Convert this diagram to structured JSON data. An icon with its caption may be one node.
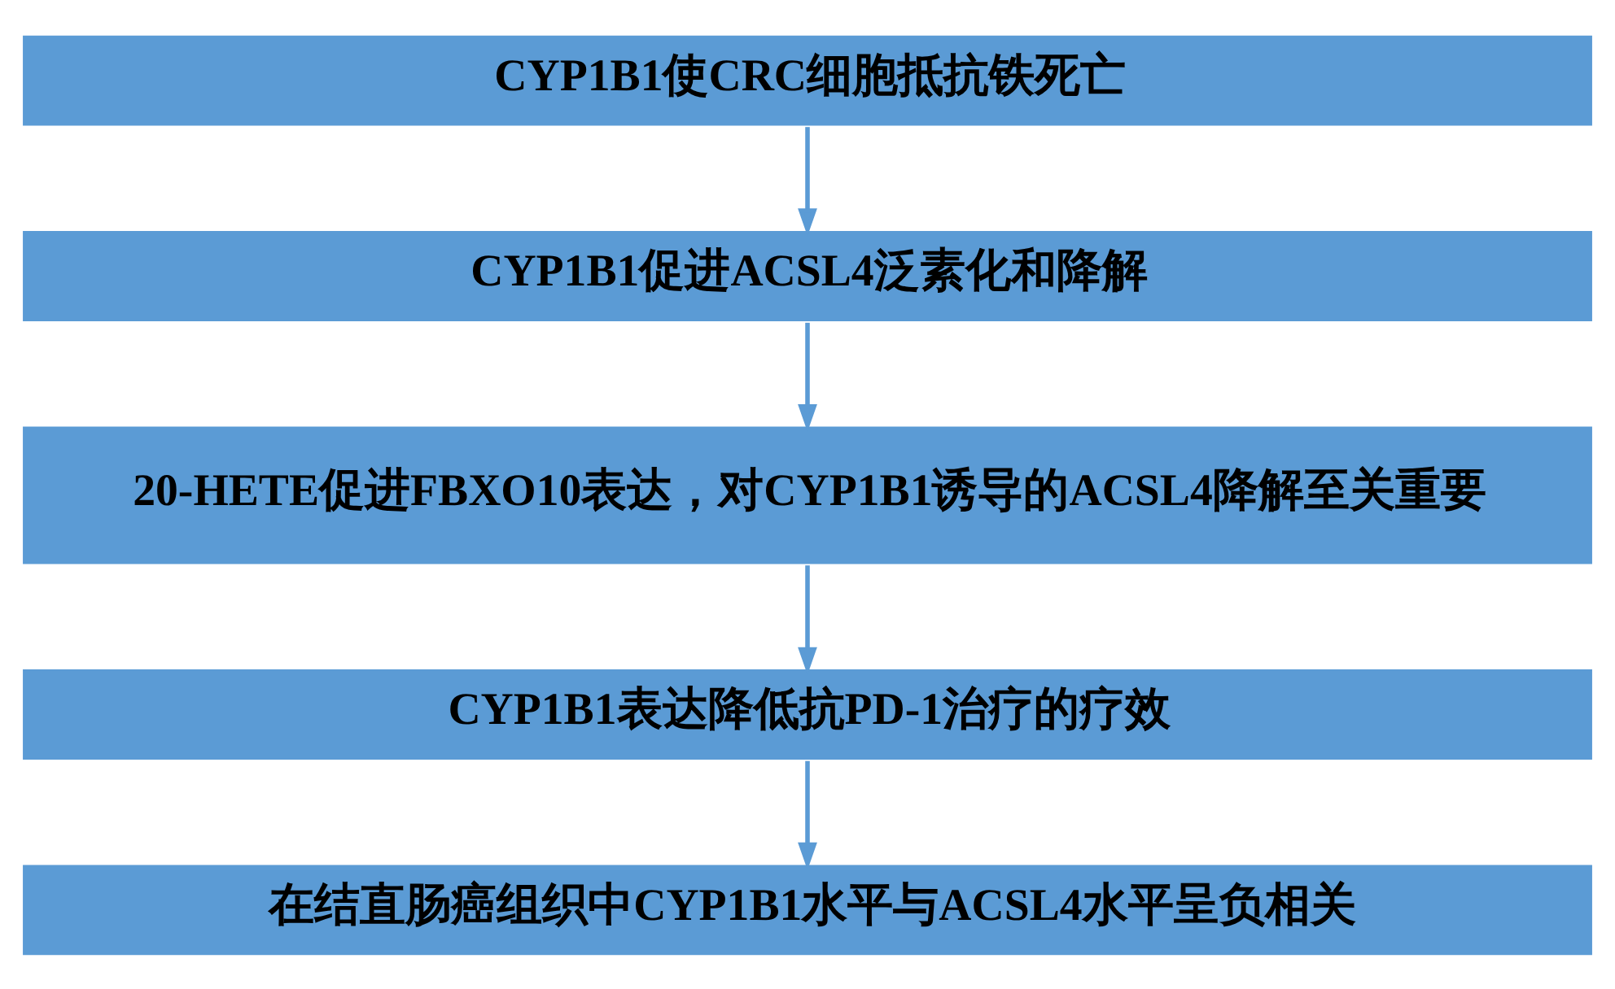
{
  "diagram": {
    "nodes": [
      {
        "text": [
          "CYP1B1使CRC细胞抵抗铁死亡"
        ]
      },
      {
        "text": [
          "CYP1B1促进ACSL4泛素化和降解"
        ]
      },
      {
        "text": [
          "20-HETE促进FBXO10表达，对CYP1B1诱导的ACSL4降解至关重要"
        ]
      },
      {
        "text": [
          "CYP1B1表达降低抗PD-1治疗的疗效"
        ]
      },
      {
        "text": [
          "在结直肠癌组织中CYP1B1水平与ACSL4水平呈负相关"
        ]
      }
    ],
    "edges": [
      {
        "from": 0,
        "to": 1,
        "arrow": "to"
      },
      {
        "from": 1,
        "to": 2,
        "arrow": "to"
      },
      {
        "from": 2,
        "to": 3,
        "arrow": "to"
      },
      {
        "from": 3,
        "to": 4,
        "arrow": "to"
      }
    ]
  }
}
